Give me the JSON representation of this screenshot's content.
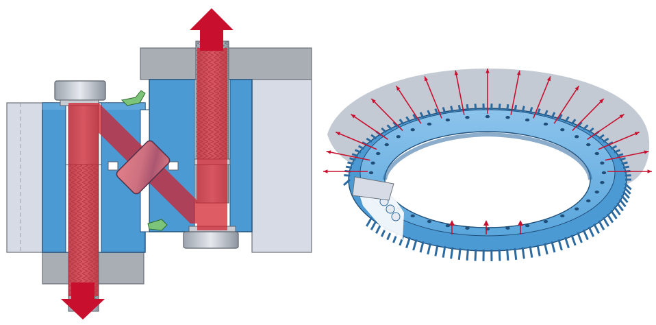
{
  "figure": {
    "left_panel": {
      "name": "slewing-ring-cross-section"
    },
    "right_panel": {
      "name": "slewing-ring-cutaway",
      "teeth_count": 110,
      "load_arrow_count": 17
    }
  },
  "colors": {
    "ring_blue": "#4c9ad4",
    "ring_blue_dark": "#2b6aa0",
    "housing_gray": "#a9aeb5",
    "housing_light": "#d5d9e3",
    "load_path_red": "#d21f2b",
    "force_arrow_red": "#c8102e",
    "seal_green": "#7cc47a",
    "load_zone_gray": "#b8c1cd"
  }
}
